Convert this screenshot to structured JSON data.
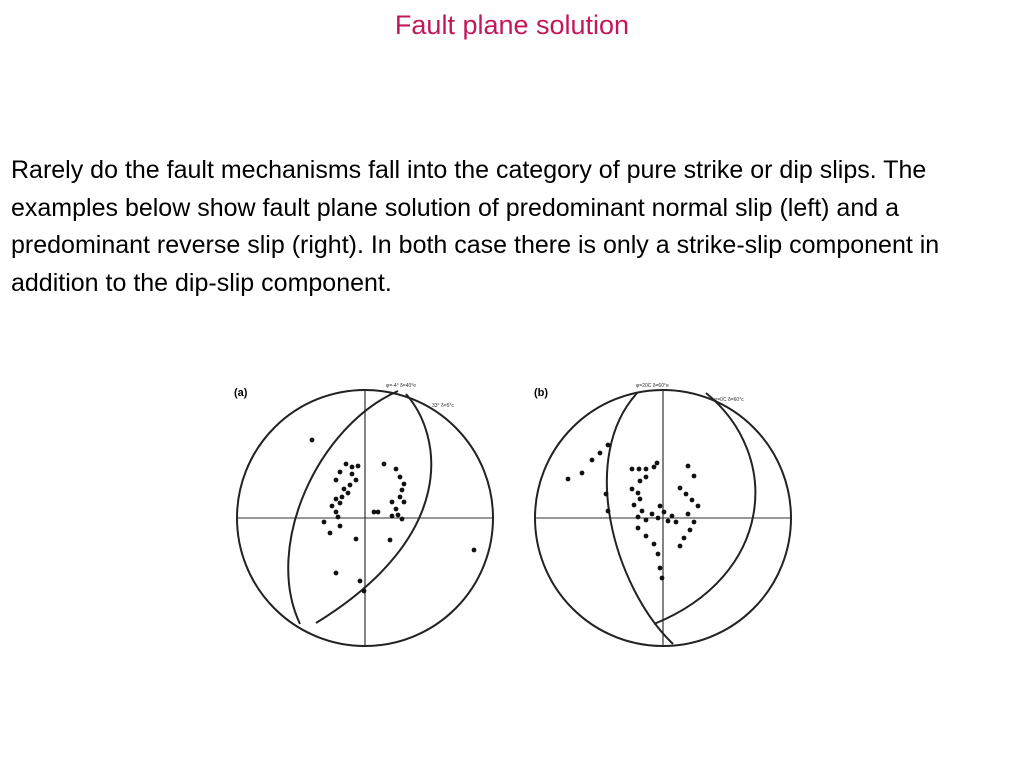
{
  "slide": {
    "title": "Fault plane solution",
    "title_color": "#c2185b",
    "body": "Rarely do the fault mechanisms fall into the category of pure strike or dip slips. The examples below show fault plane solution of predominant normal slip (left) and a predominant reverse slip (right). In both case there is only a strike-slip component in addition to the dip-slip component."
  },
  "figure": {
    "panels": [
      {
        "label": "(a)",
        "plane_labels": [
          "φ=-4° δ=40°e",
          "33° δ=5°c"
        ]
      },
      {
        "label": "(b)",
        "plane_labels": [
          "φ=20C δ=60°e",
          "φ=0C δ=60°c"
        ]
      }
    ]
  }
}
